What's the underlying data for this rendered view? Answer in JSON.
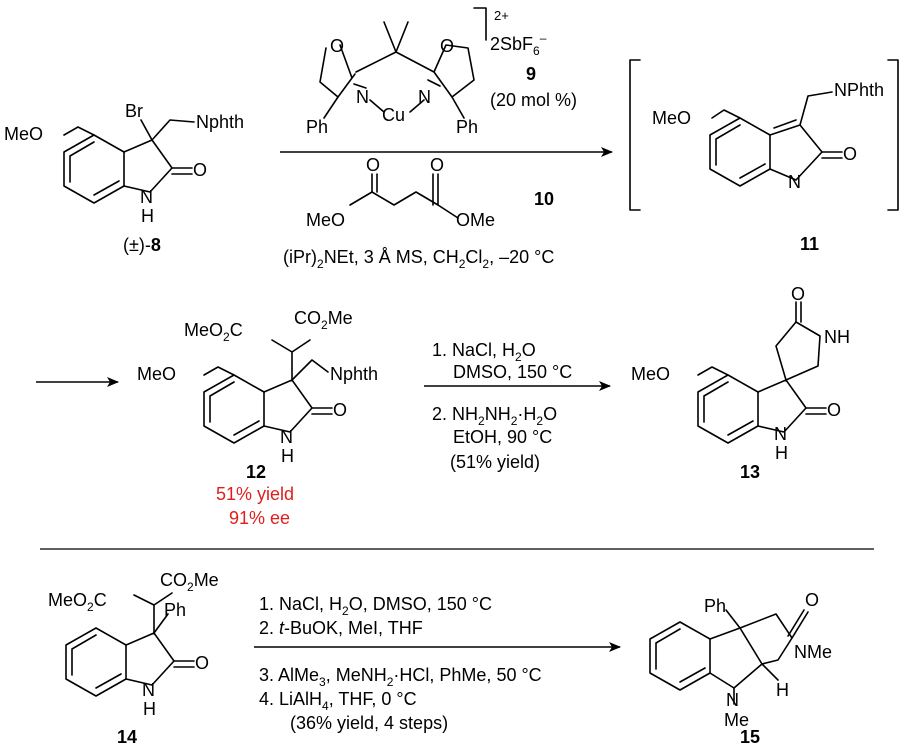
{
  "compounds": {
    "c8": {
      "label": "(±)-8",
      "prefix": "(±)-",
      "number": "8",
      "br": "Br",
      "nphth": "Nphth",
      "meo": "MeO",
      "o": "O",
      "nh": "N",
      "h": "H"
    },
    "c9": {
      "number": "9",
      "loading": "(20 mol %)",
      "charge": "2+",
      "counterion": "2SbF",
      "counterion_sub": "6",
      "counterion_sup": "–",
      "o": "O",
      "n": "N",
      "cu": "Cu",
      "ph": "Ph"
    },
    "c10": {
      "number": "10",
      "meo": "MeO",
      "ome": "OMe",
      "o": "O"
    },
    "c11": {
      "number": "11",
      "meo": "MeO",
      "nphth": "NPhth",
      "o": "O",
      "n": "N"
    },
    "c12": {
      "number": "12",
      "co2me_left": "MeO",
      "co2me_left_sub": "2",
      "co2me_left_c": "C",
      "co2me_right": "CO",
      "co2me_right_sub": "2",
      "co2me_right_me": "Me",
      "meo": "MeO",
      "nphth": "Nphth",
      "o": "O",
      "n": "N",
      "h": "H",
      "yield": "51% yield",
      "ee": "91% ee"
    },
    "c13": {
      "number": "13",
      "meo": "MeO",
      "o": "O",
      "nh": "NH",
      "n": "N",
      "h": "H"
    },
    "c14": {
      "number": "14",
      "meo2c": "MeO",
      "meo2c_sub": "2",
      "meo2c_c": "C",
      "co2me": "CO",
      "co2me_sub": "2",
      "co2me_me": "Me",
      "ph": "Ph",
      "o": "O",
      "n": "N",
      "h": "H"
    },
    "c15": {
      "number": "15",
      "ph": "Ph",
      "o": "O",
      "nme": "NMe",
      "n": "N",
      "me": "Me",
      "h": "H"
    }
  },
  "reactions": {
    "r1": {
      "conditions": "(iPr)",
      "conditions_sub": "2",
      "conditions_rest": "NEt, 3 Å MS, CH",
      "conditions_sub2": "2",
      "conditions_rest2": "Cl",
      "conditions_sub3": "2",
      "conditions_rest3": ", –20 °C"
    },
    "r2": {
      "step1": "1. NaCl, H",
      "step1_sub": "2",
      "step1_rest": "O",
      "step1b": "DMSO, 150 °C",
      "step2": "2. NH",
      "step2_sub": "2",
      "step2_mid": "NH",
      "step2_sub2": "2",
      "step2_rest": "·H",
      "step2_sub3": "2",
      "step2_end": "O",
      "step2b": "EtOH, 90 °C",
      "yield": "(51% yield)"
    },
    "r3": {
      "step1": "1. NaCl, H",
      "step1_sub": "2",
      "step1_rest": "O, DMSO, 150 °C",
      "step2_pre": "2. ",
      "step2_it": "t",
      "step2_rest": "-BuOK, MeI, THF",
      "step3": "3. AlMe",
      "step3_sub": "3",
      "step3_mid": ", MeNH",
      "step3_sub2": "2",
      "step3_rest": "·HCl, PhMe, 50 °C",
      "step4": "4. LiAlH",
      "step4_sub": "4",
      "step4_rest": ", THF, 0 °C",
      "yield": "(36% yield, 4 steps)"
    }
  },
  "colors": {
    "highlight": "#e01e1e",
    "ink": "#000000"
  }
}
